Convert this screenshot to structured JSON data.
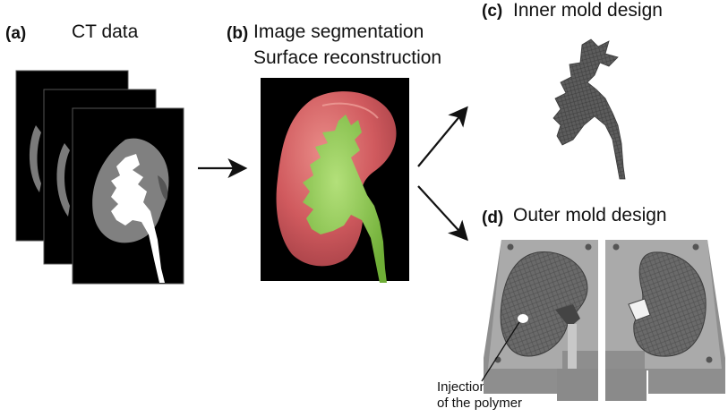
{
  "panels": {
    "a": {
      "letter": "(a)",
      "title": "CT data"
    },
    "b": {
      "letter": "(b)",
      "title_line1": "Image segmentation",
      "title_line2": "Surface reconstruction"
    },
    "c": {
      "letter": "(c)",
      "title": "Inner mold design"
    },
    "d": {
      "letter": "(d)",
      "title": "Outer mold design"
    }
  },
  "callout": {
    "line1": "Injection point",
    "line2": "of the polymer"
  },
  "colors": {
    "ct_background": "#000000",
    "ct_kidney": "#808080",
    "ct_contrast": "#ffffff",
    "kidney_red": "#d05a5e",
    "collecting_system_green": "#8ccc4a",
    "mold_gray": "#9c9c9c",
    "inner_mold_gray": "#6e6e6e"
  }
}
